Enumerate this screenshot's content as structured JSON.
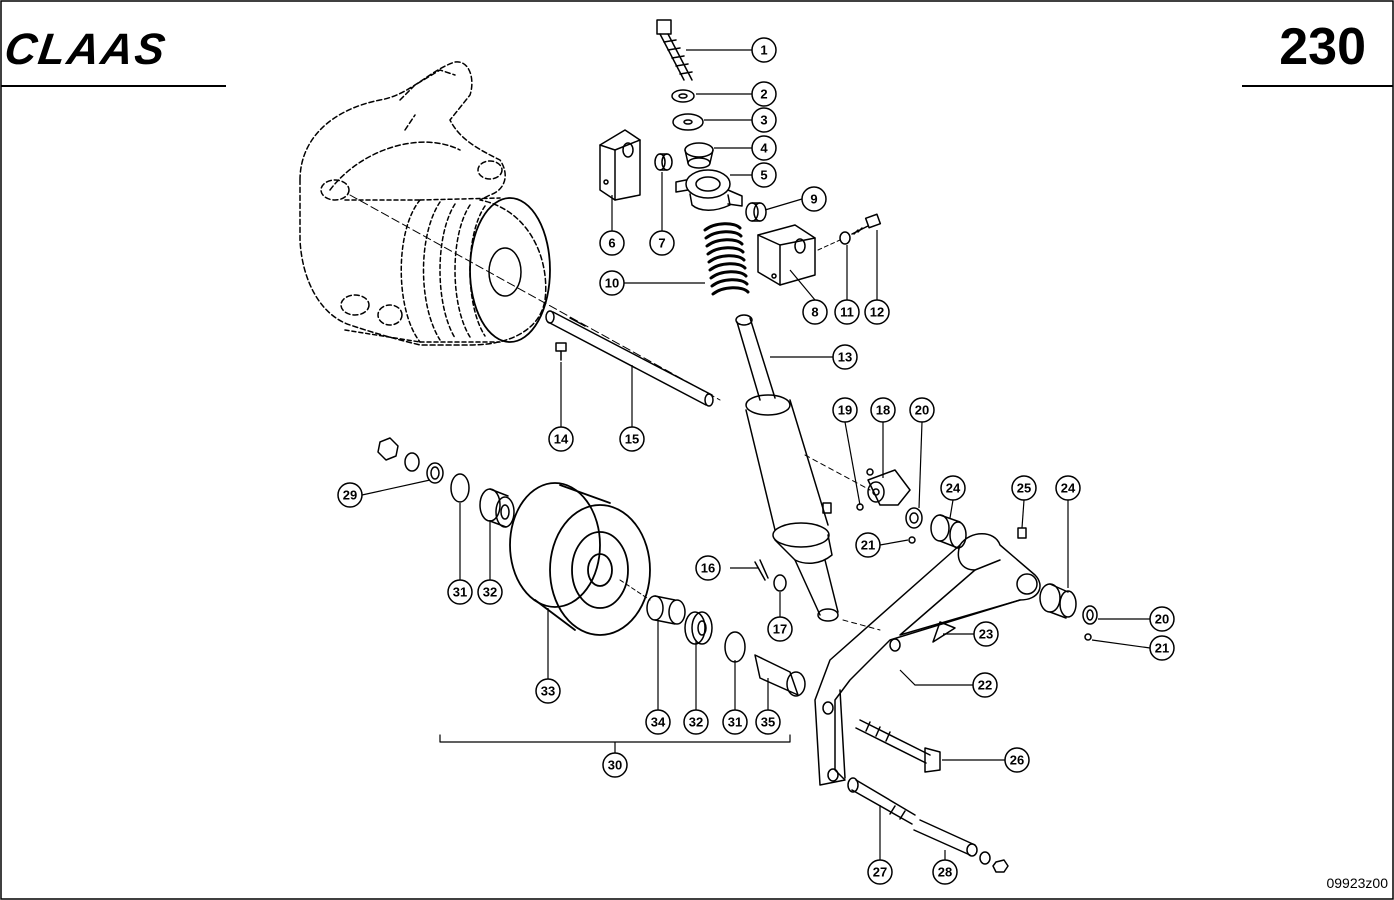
{
  "header": {
    "brand": "CLAAS",
    "page_number": "230"
  },
  "footer": {
    "drawing_code": "09923z00"
  },
  "callouts": [
    "1",
    "2",
    "3",
    "4",
    "5",
    "6",
    "7",
    "8",
    "9",
    "10",
    "11",
    "12",
    "13",
    "14",
    "15",
    "16",
    "17",
    "18",
    "19",
    "20",
    "20",
    "21",
    "21",
    "22",
    "23",
    "24",
    "24",
    "25",
    "26",
    "27",
    "28",
    "29",
    "30",
    "31",
    "31",
    "32",
    "32",
    "33",
    "34",
    "35"
  ]
}
